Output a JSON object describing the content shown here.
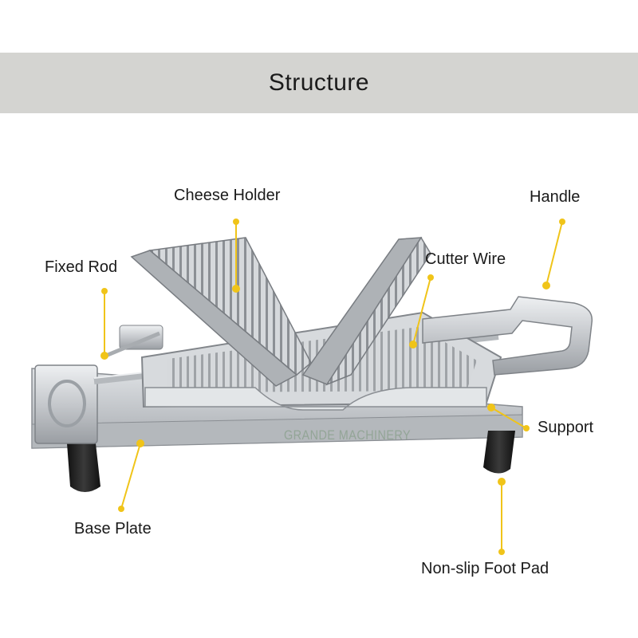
{
  "title": "Structure",
  "watermark": "GRANDE MACHINERY",
  "labels": {
    "cheese_holder": "Cheese Holder",
    "handle": "Handle",
    "fixed_rod": "Fixed Rod",
    "cutter_wire": "Cutter Wire",
    "support": "Support",
    "base_plate": "Base Plate",
    "foot_pad": "Non-slip Foot Pad"
  },
  "colors": {
    "banner": "#d4d4d1",
    "leader": "#f0c419",
    "metal": "#c7cacd",
    "metal_dark": "#8e9296",
    "rubber": "#1e1e1e"
  }
}
